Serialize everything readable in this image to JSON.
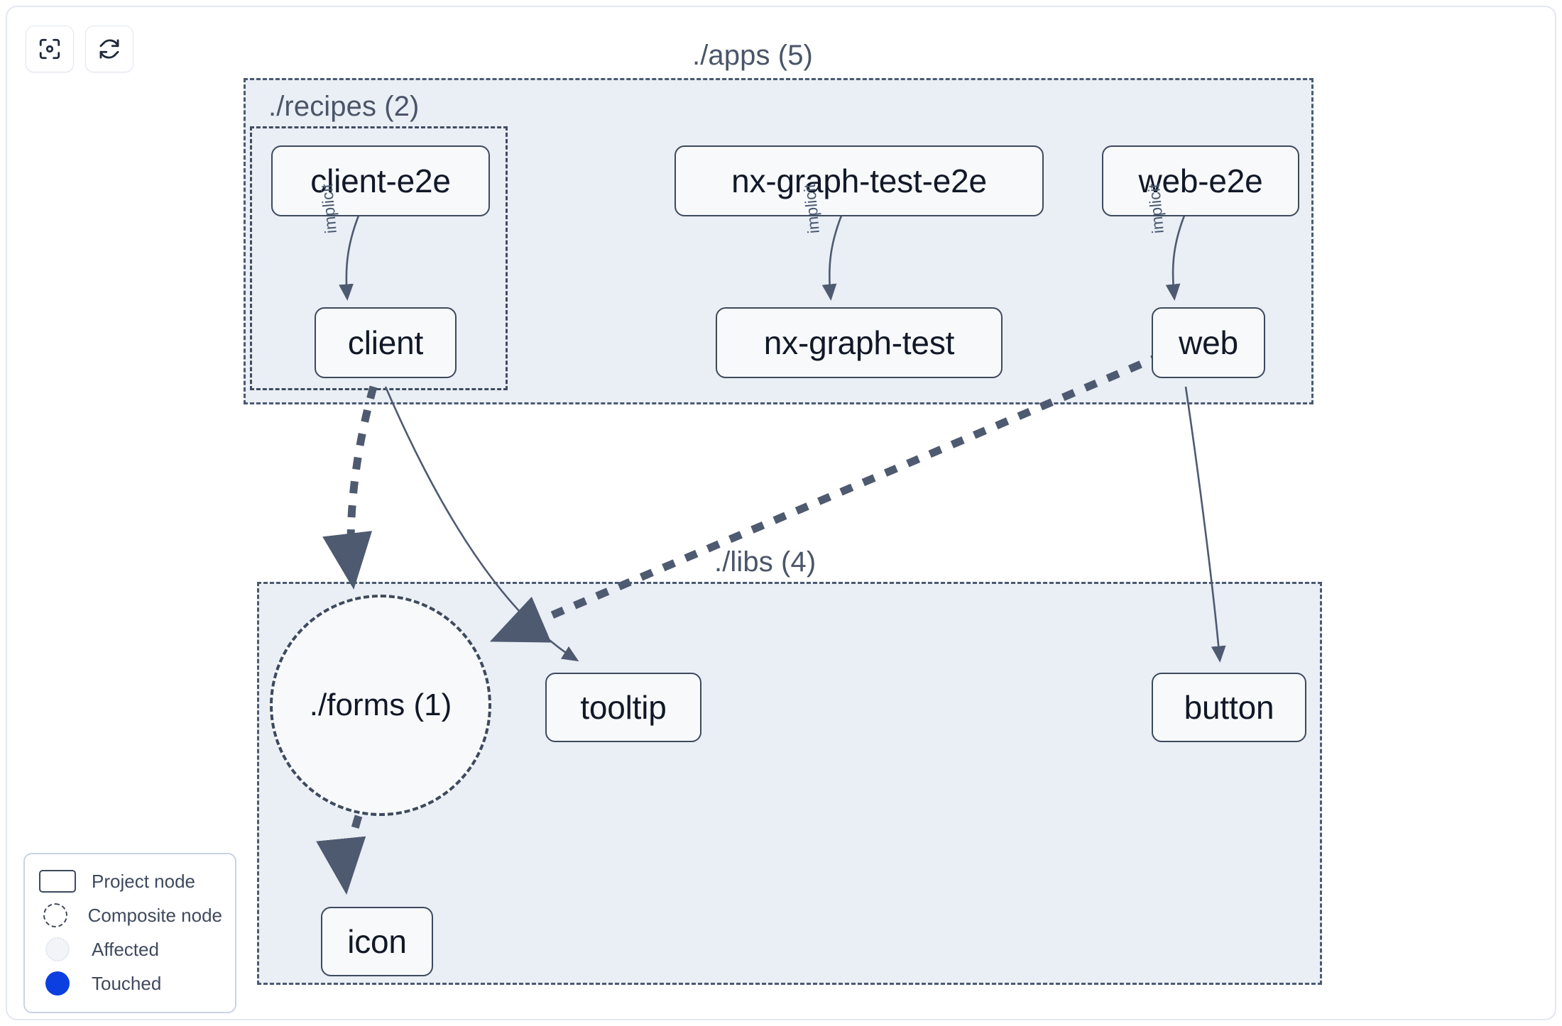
{
  "toolbar": {
    "buttons": [
      {
        "name": "focus-graph-button",
        "icon": "focus-target-icon",
        "label": "Focus graph"
      },
      {
        "name": "refresh-graph-button",
        "icon": "refresh-icon",
        "label": "Refresh graph"
      }
    ]
  },
  "groups": [
    {
      "id": "apps",
      "label": "./apps (5)",
      "count": 5
    },
    {
      "id": "recipes",
      "label": "./recipes (2)",
      "count": 2
    },
    {
      "id": "libs",
      "label": "./libs (4)",
      "count": 4
    }
  ],
  "nodes": [
    {
      "id": "client-e2e",
      "label": "client-e2e",
      "type": "project",
      "group": "recipes"
    },
    {
      "id": "nx-graph-test-e2e",
      "label": "nx-graph-test-e2e",
      "type": "project",
      "group": "apps"
    },
    {
      "id": "web-e2e",
      "label": "web-e2e",
      "type": "project",
      "group": "apps"
    },
    {
      "id": "client",
      "label": "client",
      "type": "project",
      "group": "recipes"
    },
    {
      "id": "nx-graph-test",
      "label": "nx-graph-test",
      "type": "project",
      "group": "apps"
    },
    {
      "id": "web",
      "label": "web",
      "type": "project",
      "group": "apps"
    },
    {
      "id": "forms",
      "label": "./forms (1)",
      "type": "composite",
      "group": "libs"
    },
    {
      "id": "tooltip",
      "label": "tooltip",
      "type": "project",
      "group": "libs"
    },
    {
      "id": "button",
      "label": "button",
      "type": "project",
      "group": "libs"
    },
    {
      "id": "icon",
      "label": "icon",
      "type": "project",
      "group": "libs"
    }
  ],
  "edges": [
    {
      "id": "e1",
      "from": "client-e2e",
      "to": "client",
      "label": "implicit",
      "style": "solid"
    },
    {
      "id": "e2",
      "from": "nx-graph-test-e2e",
      "to": "nx-graph-test",
      "label": "implicit",
      "style": "solid"
    },
    {
      "id": "e3",
      "from": "web-e2e",
      "to": "web",
      "label": "implicit",
      "style": "solid"
    },
    {
      "id": "e4",
      "from": "client",
      "to": "forms",
      "label": "",
      "style": "dashed"
    },
    {
      "id": "e5",
      "from": "client",
      "to": "tooltip",
      "label": "",
      "style": "solid"
    },
    {
      "id": "e6",
      "from": "web",
      "to": "forms",
      "label": "",
      "style": "dashed"
    },
    {
      "id": "e7",
      "from": "web",
      "to": "button",
      "label": "",
      "style": "solid"
    },
    {
      "id": "e8",
      "from": "forms",
      "to": "icon",
      "label": "",
      "style": "dashed"
    }
  ],
  "legend": {
    "items": [
      {
        "symbol": "project-node-symbol",
        "label": "Project node"
      },
      {
        "symbol": "composite-node-symbol",
        "label": "Composite node"
      },
      {
        "symbol": "affected-node-symbol",
        "label": "Affected"
      },
      {
        "symbol": "touched-node-symbol",
        "label": "Touched"
      }
    ]
  },
  "colors": {
    "group_fill": "#eaeef5",
    "group_border": "#4b5a72",
    "node_border": "#3d4a5d",
    "node_fill": "#f7f9fb",
    "edge": "#4e5a70",
    "touched": "#0b3fe0",
    "text": "#111827",
    "label_text": "#4a5568"
  }
}
